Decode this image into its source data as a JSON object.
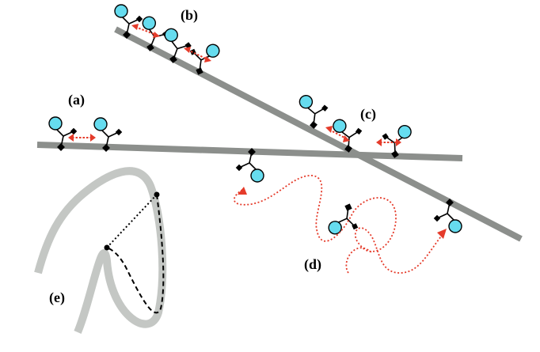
{
  "labels": {
    "a": "(a)",
    "b": "(b)",
    "c": "(c)",
    "d": "(d)",
    "e": "(e)"
  },
  "colors": {
    "filament": "#8c8f8c",
    "curved_filament": "#c4c7c4",
    "motor_head": "#66dcef",
    "arrow": "#e53b2a"
  }
}
